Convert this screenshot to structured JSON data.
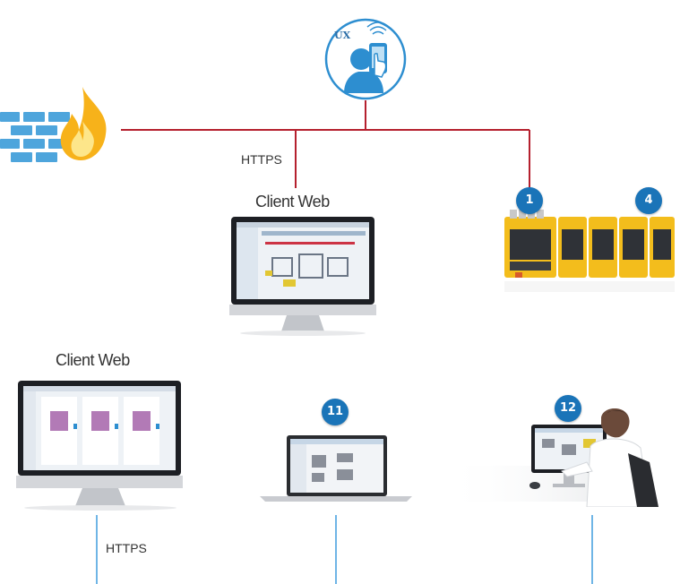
{
  "top": {
    "ux_label": "UX",
    "https_label": "HTTPS",
    "client_web_label": "Client Web"
  },
  "bottom": {
    "client_web_label": "Client Web",
    "https_label": "HTTPS"
  },
  "badges": {
    "controller_first": "1",
    "controller_last": "4",
    "laptop": "11",
    "workstation": "12"
  },
  "colors": {
    "network_line_red": "#b5202e",
    "network_line_blue": "#6fb5e6",
    "badge_blue": "#1a74b8",
    "controller_yellow": "#f3bd1c",
    "firewall_blue": "#4ea5dc",
    "flame": "#f7b21a"
  },
  "icons": [
    "ux-user-phone-icon",
    "firewall-icon",
    "monitor-icon",
    "laptop-icon",
    "controller-module-icon",
    "person-at-workstation-icon"
  ]
}
